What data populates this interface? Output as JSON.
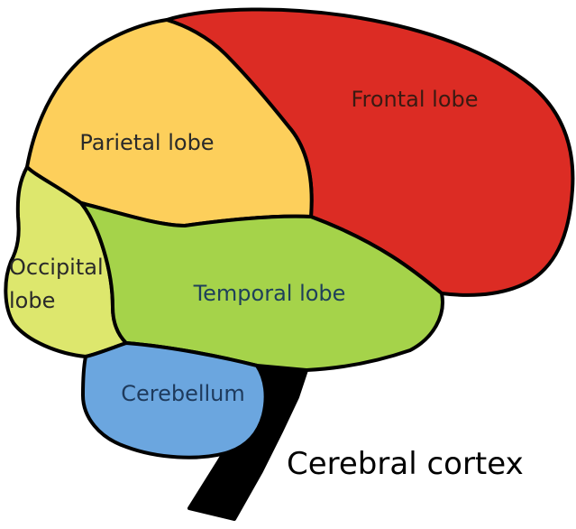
{
  "regions": {
    "frontal": {
      "label": "Frontal lobe",
      "color": "#dc2c24",
      "text_color": "#3a1a12"
    },
    "parietal": {
      "label": "Parietal lobe",
      "color": "#fdcf5b",
      "text_color": "#2a2a2a"
    },
    "occipital": {
      "line1": "Occipital",
      "line2": "lobe",
      "color": "#dde76d",
      "text_color": "#2a2a2a"
    },
    "temporal": {
      "label": "Temporal lobe",
      "color": "#a5d34a",
      "text_color": "#1e3f5a"
    },
    "cerebellum": {
      "label": "Cerebellum",
      "color": "#6ba6df",
      "text_color": "#1e3a5c"
    },
    "brainstem": {
      "color": "#000000"
    }
  },
  "caption": "Cerebral cortex"
}
